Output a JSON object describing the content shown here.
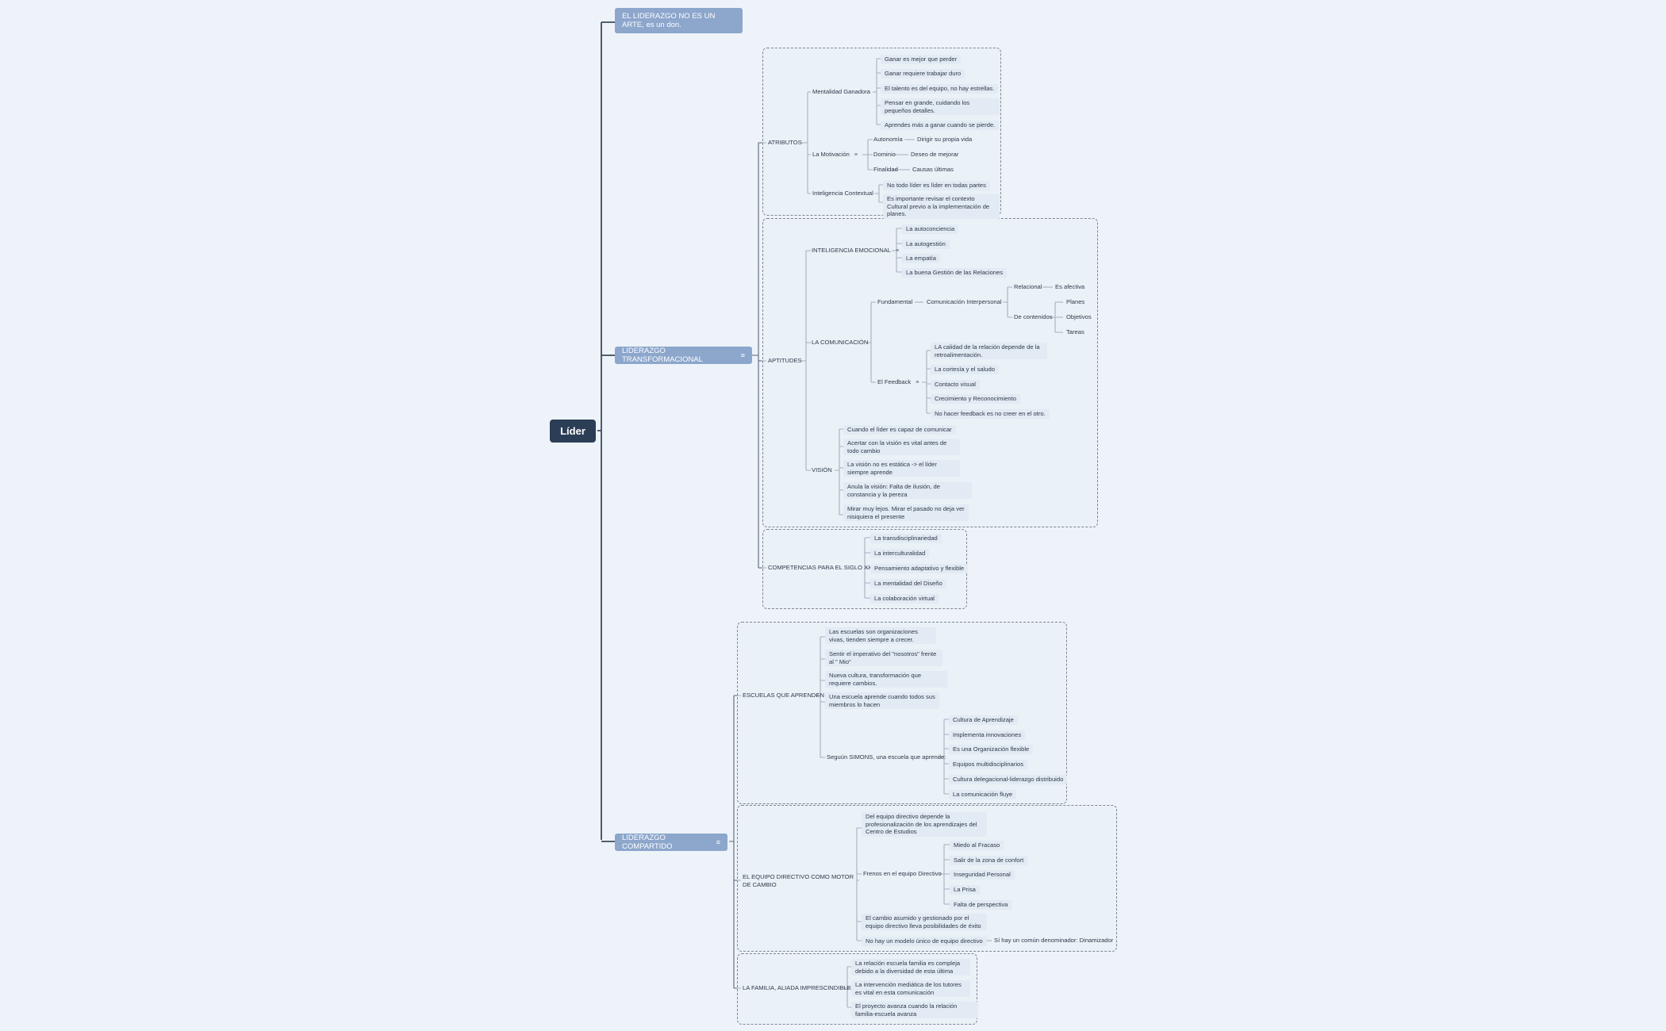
{
  "root": {
    "label": "Líder"
  },
  "branches": {
    "arte": "EL LIDERAZGO NO ES UN ARTE, es un don.",
    "transformacional": "LIDERAZGO TRANSFORMACIONAL",
    "compartido": "LIDERAZGO COMPARTIDO"
  },
  "t": {
    "atributos": "ATRIBUTOS",
    "mentalidad": "Mentalidad Ganadora",
    "mentalidad_items": [
      "Ganar es mejor que perder",
      "Ganar requiere trabajar duro",
      "El talento es del equipo, no hay estrellas.",
      "Pensar en grande, cuidando los pequeños detalles.",
      "Aprendes más a ganar cuando se pierde."
    ],
    "motivacion": "La Motivación",
    "autonomia": "Autonomía",
    "autonomia_det": "Dirigir su propia vida",
    "dominio": "Dominio",
    "dominio_det": "Deseo de mejorar",
    "finalidad": "Finalidad",
    "finalidad_det": "Causas últimas",
    "contextual": "Inteligencia Contextual",
    "contextual_items": [
      "No todo líder es líder en todas partes",
      "Es importante revisar el contexto Cultural previo a la implementación de planes."
    ],
    "aptitudes": "APTITUDES",
    "emocional": "INTELIGENCIA EMOCIONAL",
    "emocional_items": [
      "La autoconciencia",
      "La autogestión",
      "La empatía",
      "La buena Gestión de las Relaciones"
    ],
    "comunicacion": "LA COMUNICACIÓN",
    "fundamental": "Fundamental",
    "interpersonal": "Comunicación Interpersonal",
    "relacional": "Relacional",
    "afectiva": "Es afectiva",
    "contenidos": "De contenidos",
    "contenidos_items": [
      "Planes",
      "Objetivos",
      "Tareas"
    ],
    "feedback": "El Feedback",
    "feedback_items": [
      "LA calidad de la relación depende de la retroalimentación.",
      "La cortesía y el saludo",
      "Contacto visual",
      "Crecimiento y Reconocimiento",
      "No hacer feedback es no creer en el otro."
    ],
    "vision": "VISIÓN",
    "vision_items": [
      "Cuando el líder es capaz de comunicar",
      "Acertar con la visión es vital antes de todo cambio",
      "La visión no es estática -> el líder siempre aprende",
      "Anula la visión: Falta de ilusión, de constancia y la pereza",
      "Mirar muy lejos. Mirar el pasado no deja ver nisiquiera el presente"
    ],
    "competencias": "COMPETENCIAS PARA EL SIGLO XXI",
    "competencias_items": [
      "La transdisciplinariedad",
      "La interculturalidad",
      "Pensamiento adaptativo y flexible",
      "La mentalidad del Diseño",
      "La colaboración virtual"
    ]
  },
  "c": {
    "escuelas": "ESCUELAS QUE APRENDEN",
    "escuelas_items": [
      "Las escuelas son organizaciones vivas, tienden siempre a crecer.",
      "Sentir el imperativo del \"nosotros\" frente al \" Mio\"",
      "Nueva cultura, transformación que requiere cambios.",
      "Una escuela aprende cuando todos sus miembros lo hacen"
    ],
    "simons": "Seguún SIMONS, una escuela que aprende:",
    "simons_items": [
      "Cultura de Aprendizaje",
      "Implementa innovaciones",
      "Es una Organización flexible",
      "Equipos multidisciplinarios",
      "Cultura delegacional-liderazgo distribuido",
      "La comunicación fluye"
    ],
    "equipo": "EL EQUIPO DIRECTIVO COMO MOTOR DE CAMBIO",
    "equipo_first": "Del equipo directivo depende la profesionalización de los aprendizajes del Centro de Estudios",
    "frenos": "Frenos en el equipo Directivo",
    "frenos_items": [
      "Miedo al Fracaso",
      "Salir de la zona de confort",
      "Inseguridad Personal",
      "La Prisa",
      "Falta de perspectiva"
    ],
    "cambio": "El cambio asumido y gestionado por el equipo directivo lleva posibilidades de éxito",
    "modelo": "No hay un modelo único de equipo directivo",
    "modelo_det": "Sí hay un común denominador: Dinamizador",
    "familia": "LA FAMILIA, ALIADA IMPRESCINDIBLE",
    "familia_items": [
      "La relación escuela familia es compleja debido a la diversidad de esta última",
      "La intervención mediática de los tutores es vital en esta comunicación",
      "El proyecto avanza cuando la relación familia-escuela avanza"
    ]
  },
  "icons": {
    "note": "notes-icon"
  }
}
